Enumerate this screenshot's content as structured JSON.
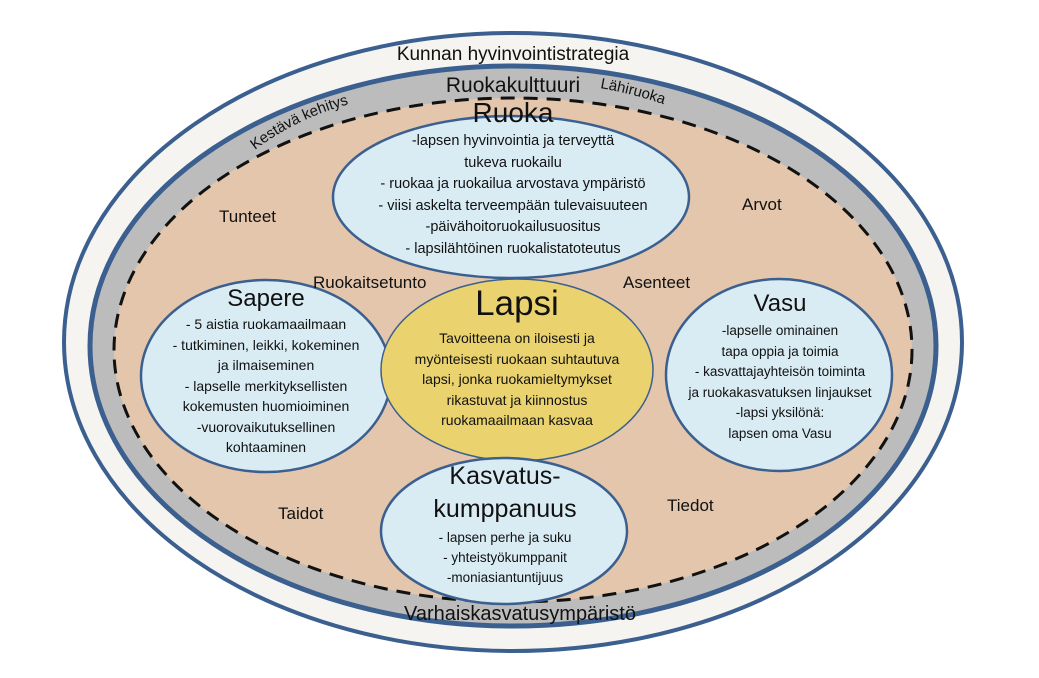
{
  "rings": {
    "outer": "Kunnan hyvinvointistrategia",
    "middle_top": "Ruokakulttuuri",
    "middle_left": "Kestävä kehitys",
    "middle_right": "Lähiruoka",
    "middle_bottom": "Varhaiskasvatusympäristö"
  },
  "field_labels": {
    "tunteet": "Tunteet",
    "arvot": "Arvot",
    "ruokaitsetunto": "Ruokaitsetunto",
    "asenteet": "Asenteet",
    "taidot": "Taidot",
    "tiedot": "Tiedot"
  },
  "bubbles": {
    "ruoka": {
      "title": "Ruoka",
      "lines": [
        "-lapsen  hyvinvointia ja terveyttä",
        "tukeva ruokailu",
        "- ruokaa ja ruokailua arvostava ympäristö",
        "- viisi askelta terveempään tulevaisuuteen",
        "-päivähoitoruokailusuositus",
        "- lapsilähtöinen ruokalistatoteutus"
      ]
    },
    "sapere": {
      "title": "Sapere",
      "lines": [
        "- 5 aistia ruokamaailmaan",
        "- tutkiminen, leikki, kokeminen",
        "ja ilmaiseminen",
        "- lapselle merkityksellisten",
        "kokemusten huomioiminen",
        "-vuorovaikutuksellinen",
        "kohtaaminen"
      ]
    },
    "lapsi": {
      "title": "Lapsi",
      "lines": [
        "Tavoitteena on iloisesti ja",
        "myönteisesti ruokaan suhtautuva",
        "lapsi, jonka ruokamieltymykset",
        "rikastuvat ja kiinnostus",
        "ruokamaailmaan kasvaa"
      ]
    },
    "vasu": {
      "title": "Vasu",
      "lines": [
        "-lapselle ominainen",
        "tapa  oppia ja toimia",
        "- kasvattajayhteisön toiminta",
        "ja ruokakasvatuksen linjaukset",
        "-lapsi yksilönä:",
        "lapsen oma Vasu"
      ]
    },
    "kasvatus": {
      "title_line1": "Kasvatus-",
      "title_line2": "kumppanuus",
      "lines": [
        "- lapsen perhe ja suku",
        "- yhteistyökumppanit",
        "-moniasiantuntijuus"
      ]
    }
  },
  "colors": {
    "outer_fill": "#f5f4f0",
    "ring_stroke": "#3b5f8f",
    "middle_fill": "#bcbcbc",
    "inner_fill": "#e3c6ab",
    "bubble_fill": "#d9ecf4",
    "lapsi_fill": "#ead36e",
    "dash_stroke": "#111111"
  }
}
